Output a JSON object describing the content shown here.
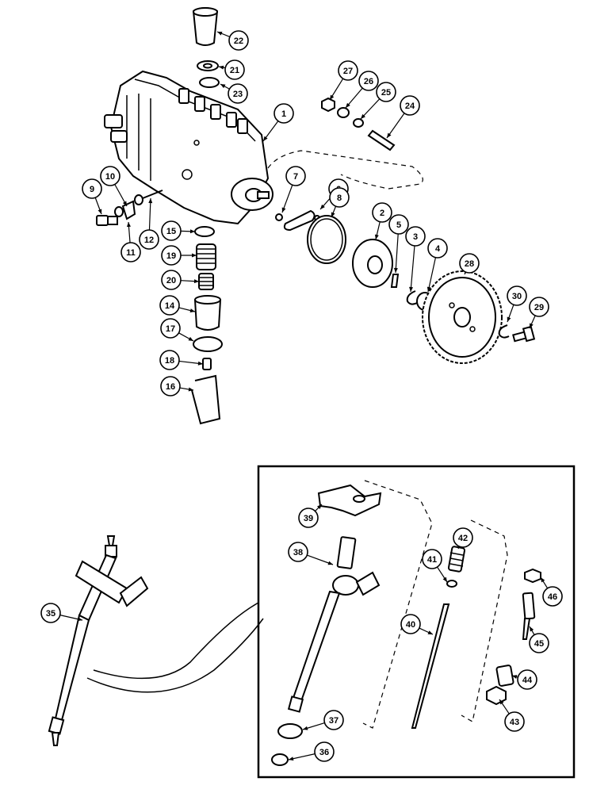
{
  "diagram": {
    "callouts": [
      {
        "id": "c1",
        "label": "1"
      },
      {
        "id": "c2",
        "label": "2"
      },
      {
        "id": "c3",
        "label": "3"
      },
      {
        "id": "c4",
        "label": "4"
      },
      {
        "id": "c5",
        "label": "5"
      },
      {
        "id": "c6",
        "label": "6"
      },
      {
        "id": "c7",
        "label": "7"
      },
      {
        "id": "c8",
        "label": "8"
      },
      {
        "id": "c9",
        "label": "9"
      },
      {
        "id": "c10",
        "label": "10"
      },
      {
        "id": "c11",
        "label": "11"
      },
      {
        "id": "c12",
        "label": "12"
      },
      {
        "id": "c14",
        "label": "14"
      },
      {
        "id": "c15",
        "label": "15"
      },
      {
        "id": "c16",
        "label": "16"
      },
      {
        "id": "c17",
        "label": "17"
      },
      {
        "id": "c18",
        "label": "18"
      },
      {
        "id": "c19",
        "label": "19"
      },
      {
        "id": "c20",
        "label": "20"
      },
      {
        "id": "c21",
        "label": "21"
      },
      {
        "id": "c22",
        "label": "22"
      },
      {
        "id": "c23",
        "label": "23"
      },
      {
        "id": "c24",
        "label": "24"
      },
      {
        "id": "c25",
        "label": "25"
      },
      {
        "id": "c26",
        "label": "26"
      },
      {
        "id": "c27",
        "label": "27"
      },
      {
        "id": "c28",
        "label": "28"
      },
      {
        "id": "c29",
        "label": "29"
      },
      {
        "id": "c30",
        "label": "30"
      },
      {
        "id": "c35",
        "label": "35"
      },
      {
        "id": "c36",
        "label": "36"
      },
      {
        "id": "c37",
        "label": "37"
      },
      {
        "id": "c38",
        "label": "38"
      },
      {
        "id": "c39",
        "label": "39"
      },
      {
        "id": "c40",
        "label": "40"
      },
      {
        "id": "c41",
        "label": "41"
      },
      {
        "id": "c42",
        "label": "42"
      },
      {
        "id": "c43",
        "label": "43"
      },
      {
        "id": "c44",
        "label": "44"
      },
      {
        "id": "c45",
        "label": "45"
      },
      {
        "id": "c46",
        "label": "46"
      }
    ]
  }
}
